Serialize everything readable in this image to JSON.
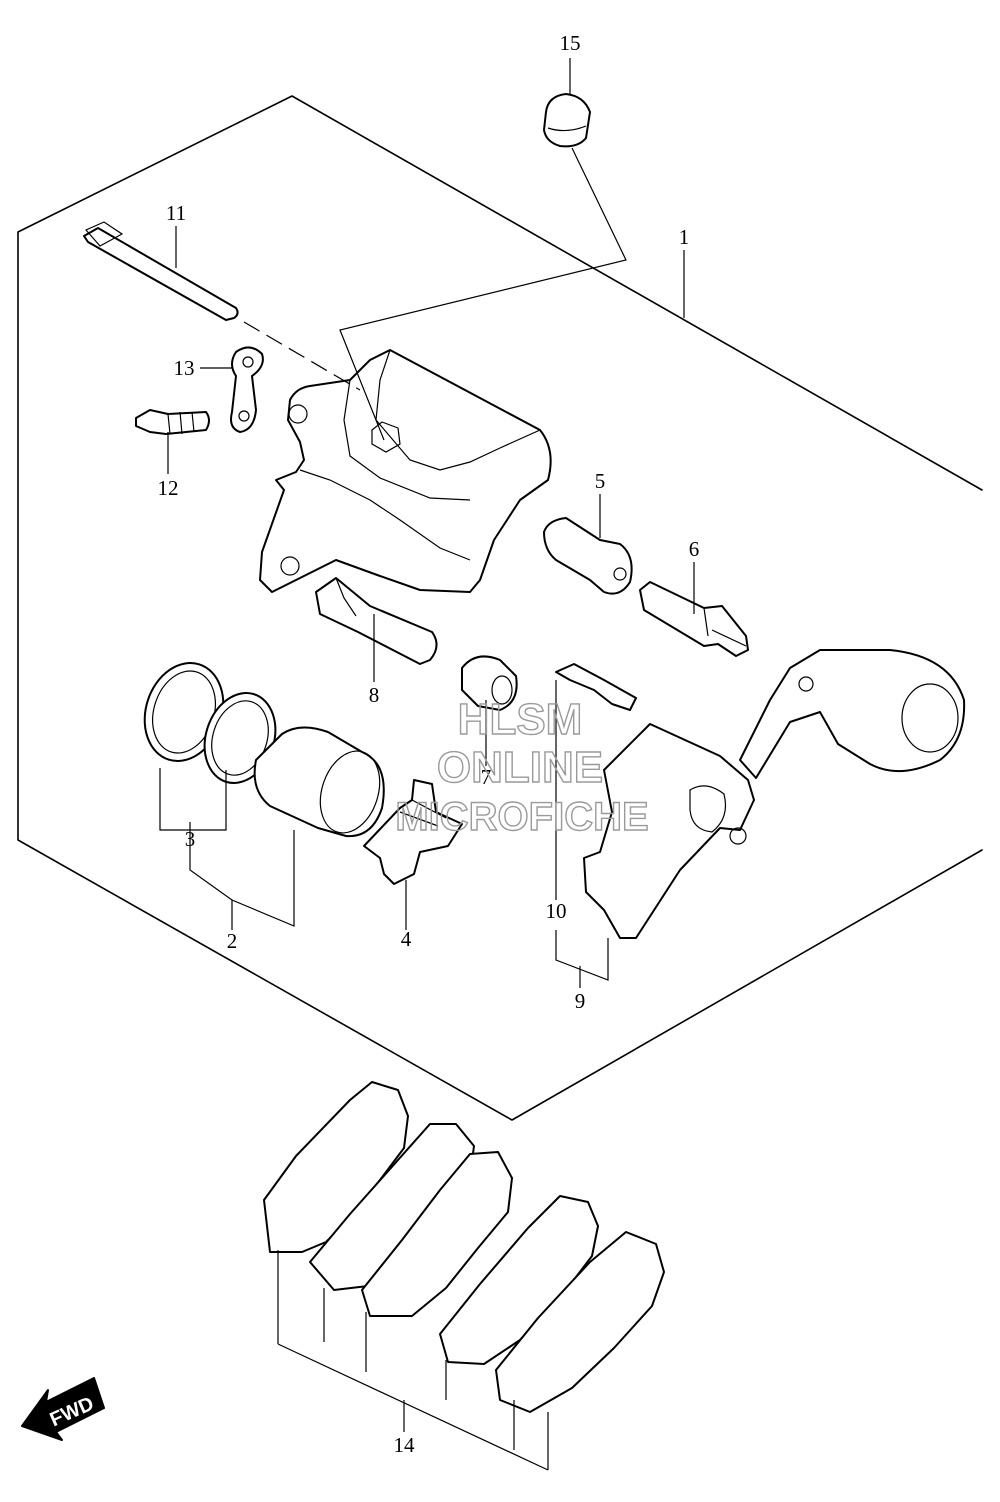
{
  "callouts": {
    "c1": "1",
    "c2": "2",
    "c3": "3",
    "c4": "4",
    "c5": "5",
    "c6": "6",
    "c7": "7",
    "c8": "8",
    "c9": "9",
    "c10": "10",
    "c11": "11",
    "c12": "12",
    "c13": "13",
    "c14": "14",
    "c15": "15"
  },
  "watermark": {
    "line1": "HLSM",
    "line2": "ONLINE",
    "line3": "MICROFICHE"
  },
  "direction_badge": "FWD"
}
